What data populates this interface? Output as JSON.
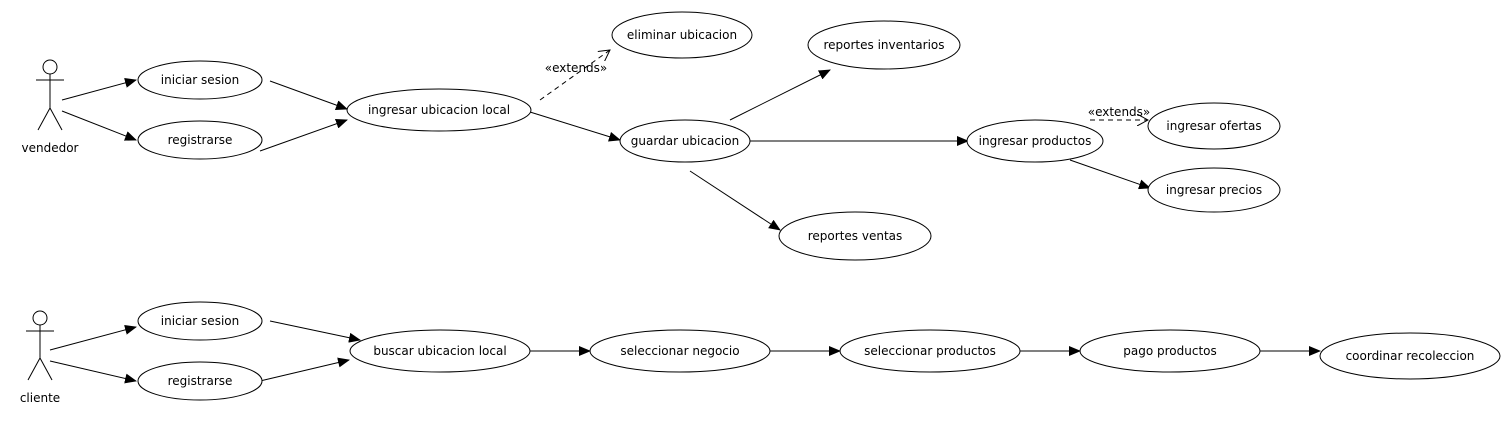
{
  "actors": {
    "vendedor": "vendedor",
    "cliente": "cliente"
  },
  "use_cases": {
    "v_iniciar_sesion": "iniciar sesion",
    "v_registrarse": "registrarse",
    "ingresar_ubicacion_local": "ingresar ubicacion local",
    "eliminar_ubicacion": "eliminar ubicacion",
    "guardar_ubicacion": "guardar ubicacion",
    "reportes_inventarios": "reportes inventarios",
    "reportes_ventas": "reportes ventas",
    "ingresar_productos": "ingresar productos",
    "ingresar_ofertas": "ingresar ofertas",
    "ingresar_precios": "ingresar precios",
    "c_iniciar_sesion": "iniciar sesion",
    "c_registrarse": "registrarse",
    "buscar_ubicacion_local": "buscar ubicacion local",
    "seleccionar_negocio": "seleccionar negocio",
    "seleccionar_productos": "seleccionar productos",
    "pago_productos": "pago productos",
    "coordinar_recoleccion": "coordinar recoleccion"
  },
  "relations": {
    "extends_1": "«extends»",
    "extends_2": "«extends»"
  }
}
